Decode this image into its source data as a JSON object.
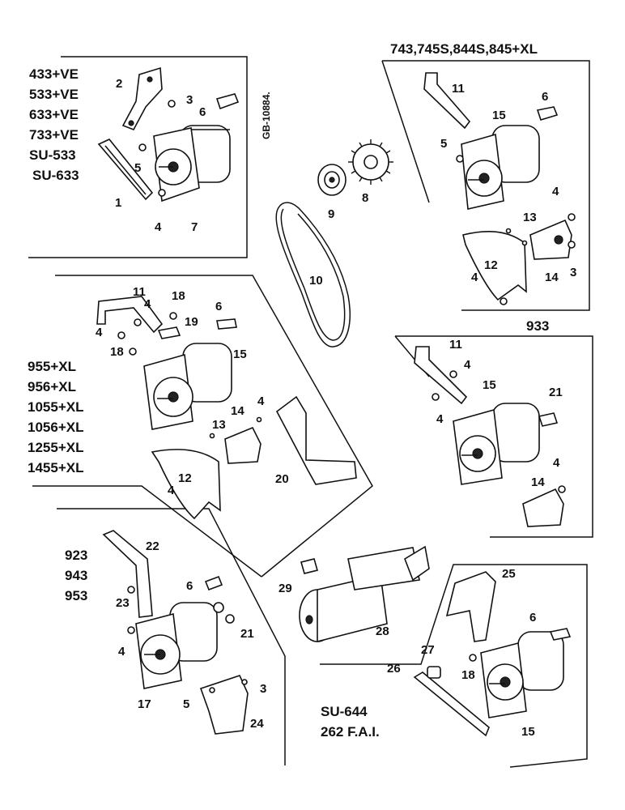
{
  "image_code": "GB-10884.",
  "groups": {
    "top_left_models": [
      "433+VE",
      "533+VE",
      "633+VE",
      "733+VE",
      "SU-533",
      "SU-633"
    ],
    "top_right_models": "743,745S,844S,845+XL",
    "middle_left_models": [
      "955+XL",
      "956+XL",
      "1055+XL",
      "1056+XL",
      "1255+XL",
      "1455+XL"
    ],
    "middle_right_model": "933",
    "bottom_left_models": [
      "923",
      "943",
      "953"
    ],
    "bottom_right_models": [
      "SU-644",
      "262 F.A.I."
    ]
  },
  "callouts": {
    "tl": [
      "2",
      "3",
      "6",
      "5",
      "1",
      "4",
      "7"
    ],
    "center": [
      "9",
      "8",
      "10"
    ],
    "tr": [
      "11",
      "6",
      "15",
      "5",
      "4",
      "13",
      "12",
      "4",
      "14",
      "3"
    ],
    "ml": [
      "11",
      "18",
      "6",
      "4",
      "19",
      "4",
      "18",
      "15",
      "4",
      "13",
      "14",
      "4",
      "12",
      "20"
    ],
    "mr": [
      "11",
      "4",
      "15",
      "21",
      "4",
      "4",
      "14"
    ],
    "bl": [
      "22",
      "23",
      "6",
      "21",
      "4",
      "17",
      "5",
      "3",
      "24"
    ],
    "starter": [
      "29",
      "28"
    ],
    "br": [
      "25",
      "6",
      "27",
      "18",
      "26",
      "15"
    ]
  }
}
